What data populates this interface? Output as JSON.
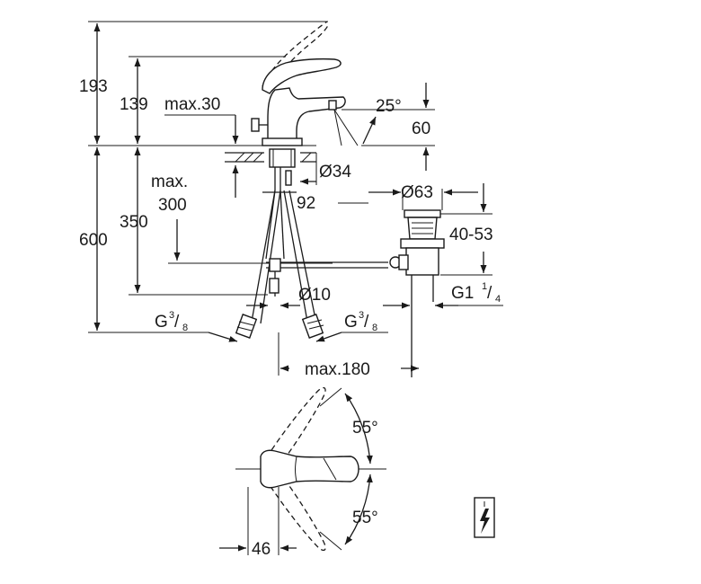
{
  "dimensions": {
    "d193": "193",
    "d139": "139",
    "d600": "600",
    "d350": "350",
    "max30": "max.30",
    "max300_a": "max.",
    "max300_b": "300",
    "angle25": "25°",
    "d60": "60",
    "dia34": "Ø34",
    "d92": "92",
    "dia63": "Ø63",
    "range4053": "40-53",
    "dia10": "Ø10",
    "max180": "max.180",
    "angle55_top": "55°",
    "angle55_bottom": "55°",
    "d46": "46"
  },
  "threads": {
    "g38_left": {
      "base": "G",
      "num": "3",
      "den": "8"
    },
    "g38_right": {
      "base": "G",
      "num": "3",
      "den": "8"
    },
    "g114": {
      "base": "G1",
      "num": "1",
      "den": "4"
    }
  },
  "icons": [
    "electrical-hazard-icon"
  ],
  "colors": {
    "line": "#1a1a1a",
    "background": "#ffffff"
  }
}
